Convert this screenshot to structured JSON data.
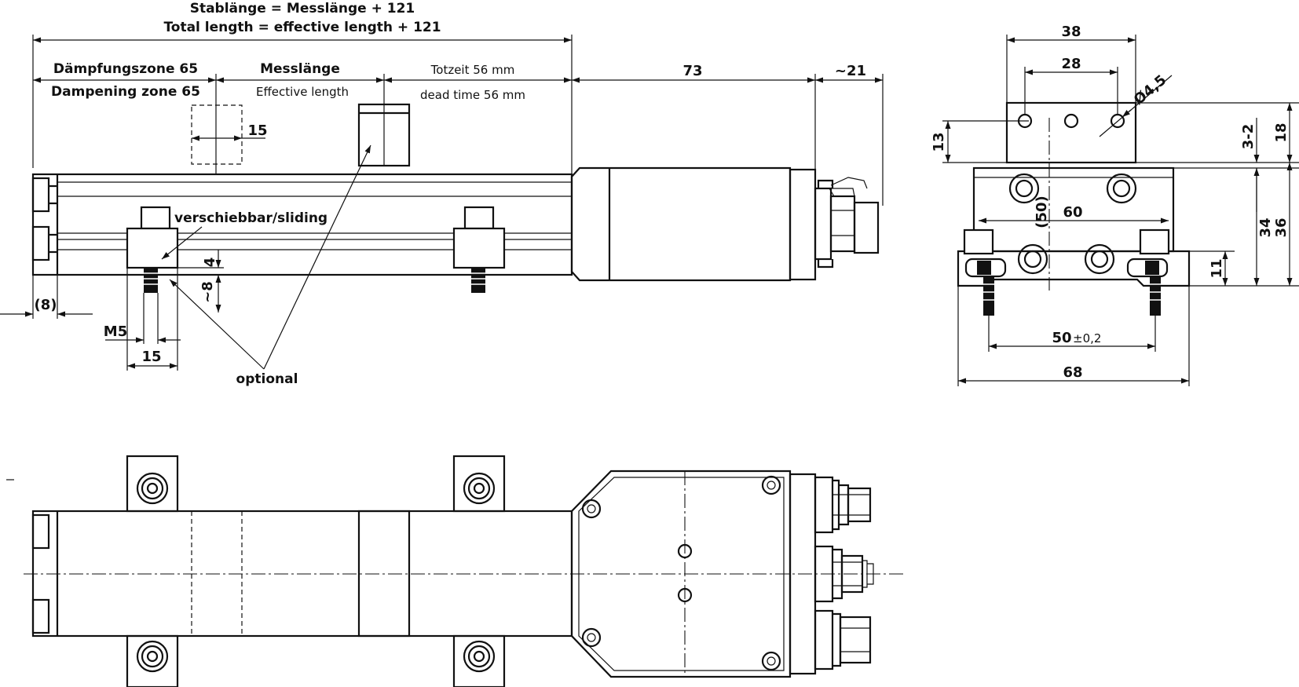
{
  "side_view": {
    "total_length_de": "Stablänge = Messlänge + 121",
    "total_length_en": "Total length = effective length + 121",
    "damping_de": "Dämpfungszone 65",
    "damping_en": "Dampening zone 65",
    "effective_de": "Messlänge",
    "effective_en": "Effective length",
    "deadtime_de": "Totzeit 56 mm",
    "deadtime_en": "dead time 56 mm",
    "dim_73": "73",
    "dim_21": "~21",
    "dim_15_top": "15",
    "sliding": "verschiebbar/sliding",
    "dim_4": "4",
    "dim_8": "~8",
    "dim_8_paren": "(8)",
    "m5": "M5",
    "dim_15_bottom": "15",
    "optional": "optional"
  },
  "end_view": {
    "dim_38": "38",
    "dim_28": "28",
    "dim_45": "Ø4,5",
    "dim_13": "13",
    "dim_18": "18",
    "dim_3_2": "3-2",
    "dim_50_paren": "(50)",
    "dim_60": "60",
    "dim_34": "34",
    "dim_36": "36",
    "dim_11": "11",
    "dim_50": "50",
    "dim_50_tol": "±0,2",
    "dim_68": "68"
  },
  "colors": {
    "line": "#111111",
    "background": "#ffffff"
  }
}
